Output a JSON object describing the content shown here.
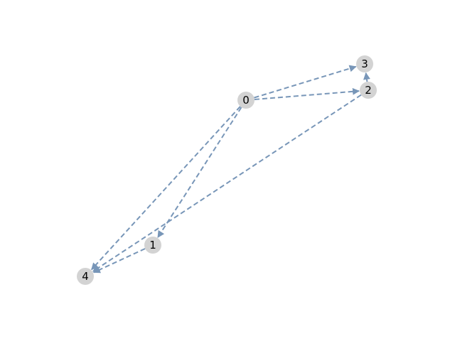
{
  "graph": {
    "directed": true,
    "style": {
      "edge_color": "#7896b8",
      "node_color": "#d3d3d3",
      "label_color": "#000000"
    },
    "nodes": [
      {
        "id": "0",
        "label": "0"
      },
      {
        "id": "1",
        "label": "1"
      },
      {
        "id": "2",
        "label": "2"
      },
      {
        "id": "3",
        "label": "3"
      },
      {
        "id": "4",
        "label": "4"
      }
    ],
    "edges": [
      {
        "source": "0",
        "target": "3"
      },
      {
        "source": "0",
        "target": "2"
      },
      {
        "source": "0",
        "target": "1"
      },
      {
        "source": "0",
        "target": "4"
      },
      {
        "source": "2",
        "target": "3"
      },
      {
        "source": "2",
        "target": "4"
      },
      {
        "source": "1",
        "target": "4"
      }
    ]
  }
}
